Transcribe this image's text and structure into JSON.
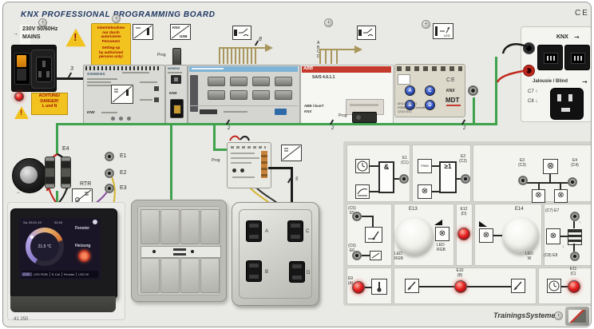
{
  "board": {
    "title": "KNX PROFESSIONAL PROGRAMMING BOARD",
    "part_number": "41 250",
    "brand": "TrainingsSysteme",
    "ce_mark": "CE"
  },
  "mains": {
    "arrow": "→",
    "voltage": "230V 50/60Hz",
    "label": "MAINS",
    "wire_label": "3",
    "achtung": "ACHTUNG!\nDANGER!\nL und N"
  },
  "warning_box": {
    "de": "Inbetriebnahme\nnur durch\nautorisierte\nPersonen!",
    "en": "Setting-up\nby authorized\npersons only!"
  },
  "top_symbols": {
    "knx": "KNX",
    "usb": "USB",
    "led": "LED",
    "prog": "Prog"
  },
  "bus": {
    "eight": "8",
    "abcd": "A B C D",
    "two_a": "2",
    "two_b": "2",
    "two_c": "2",
    "five": "5"
  },
  "din": {
    "psu_brand": "SIEMENS",
    "psu_knx": "KNX",
    "usb_brand": "SIEMENS",
    "usb_knx": "KNX",
    "abb_brand": "ABB",
    "abb_model": "SA/S 4.6.1.1",
    "abb_bus": "ABB i-bus®",
    "abb_knx": "KNX",
    "abb_prog": "Prog",
    "mdt_a": "A",
    "mdt_b": "B",
    "mdt_c": "C",
    "mdt_d": "D",
    "mdt_ce": "CE",
    "mdt_knx": "KNX",
    "mdt_brand": "MDT",
    "mdt_model": "AKD-0424R.01",
    "mdt_desc": "RGBW LED Controller",
    "mdt_volt": "12/24 VDC"
  },
  "knx_panel": {
    "label": "KNX",
    "arrow": "➞",
    "jalousie": "Jalousie / Blind",
    "c7": "C7 ↑",
    "c8": "C8 ↓"
  },
  "inputs": {
    "e4": "E4",
    "e1": "E1",
    "e2": "E2",
    "e3": "E3",
    "rtr": "RTR",
    "minus": "−",
    "plus": "+",
    "prog": "Prog"
  },
  "touch_panel": {
    "date": "Sa, 05.01.19",
    "time": "02:43",
    "temp": "21.5 °C",
    "fenster": "Fenster",
    "heizung": "Heizung",
    "tabs": [
      "RTR",
      "LED RGB",
      "E-Cal",
      "Fenster",
      "LED W"
    ]
  },
  "switch4": {
    "a": "A",
    "b": "B",
    "c": "C",
    "d": "D"
  },
  "logic": {
    "e1": "E1\n(C1)",
    "gate_and": "&",
    "e2": "E2\n(C2)",
    "gate_or": "≥1",
    "pwm": "PWM",
    "e3": "E3\n(C3)",
    "e4": "E4\n(C4)",
    "c5": "(C5)\nE5",
    "c6": "(C6)\nE6",
    "e13": "E13",
    "led_rgb": "LED\nRGB",
    "e12": "E12\n(D)",
    "e14": "E14",
    "led_w": "LED\nW",
    "c7e7": "(C7) E7",
    "c8e8": "(C8) E8",
    "up": "↑",
    "down": "↓",
    "e9": "E9\n(A)",
    "e10": "E10\n(B)",
    "e11": "E11\n(C)"
  },
  "icons": {
    "lamp": "⊗",
    "exclaim": "!"
  }
}
